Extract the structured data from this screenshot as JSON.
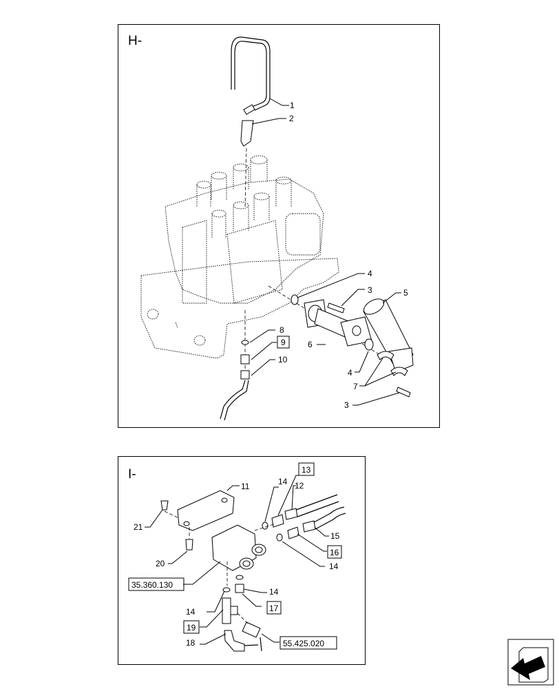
{
  "panel_h": {
    "title": "H-",
    "callouts": [
      "1",
      "2",
      "3",
      "4",
      "5",
      "6",
      "4",
      "7",
      "3",
      "8",
      "10"
    ],
    "boxed_callouts": [
      "9"
    ]
  },
  "panel_i": {
    "title": "I-",
    "callouts": [
      "11",
      "21",
      "14",
      "12",
      "15",
      "14",
      "20",
      "14",
      "14",
      "18"
    ],
    "boxed_callouts": [
      "13",
      "16",
      "17",
      "19"
    ],
    "references": [
      "35.360.130",
      "55.425.020"
    ]
  },
  "navigation": {
    "icon": "previous-arrow-icon"
  }
}
